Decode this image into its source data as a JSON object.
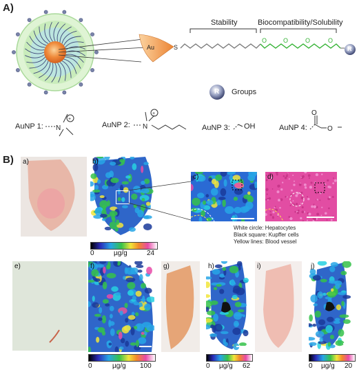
{
  "section_a": {
    "label": "A)",
    "au_label": "Au",
    "s_label": "S",
    "stability": "Stability",
    "biocomp": "Biocompatibility/Solubility",
    "r_label": "R",
    "groups": "Groups",
    "nps": [
      {
        "name": "AuNP 1:"
      },
      {
        "name": "AuNP 2:"
      },
      {
        "name": "AuNP 3:",
        "group": "OH"
      },
      {
        "name": "AuNP 4:"
      }
    ],
    "colors": {
      "linker_gray": "#7a7a7a",
      "linker_green": "#33b233",
      "shell_green": "#b9e6a8",
      "core_orange": "#ef8a3a",
      "r_ball": "#5a6590"
    }
  },
  "section_b": {
    "label": "B)",
    "panels": {
      "a": "a)",
      "b": "b)",
      "c": "c)",
      "d": "d)",
      "e": "e)",
      "f": "f)",
      "g": "g)",
      "h": "h)",
      "i": "i)",
      "j": "j)"
    },
    "legend": {
      "white_circle": "White circle: Hepatocytes",
      "black_square": "Black square: Kupffer cells",
      "yellow_lines": "Yellow lines: Blood vessel"
    },
    "colorbars": [
      {
        "min": "0",
        "unit": "µg/g",
        "max": "24"
      },
      {
        "min": "0",
        "unit": "µg/g",
        "max": "100"
      },
      {
        "min": "0",
        "unit": "µg/g",
        "max": "62"
      },
      {
        "min": "0",
        "unit": "µg/g",
        "max": "20"
      }
    ]
  }
}
